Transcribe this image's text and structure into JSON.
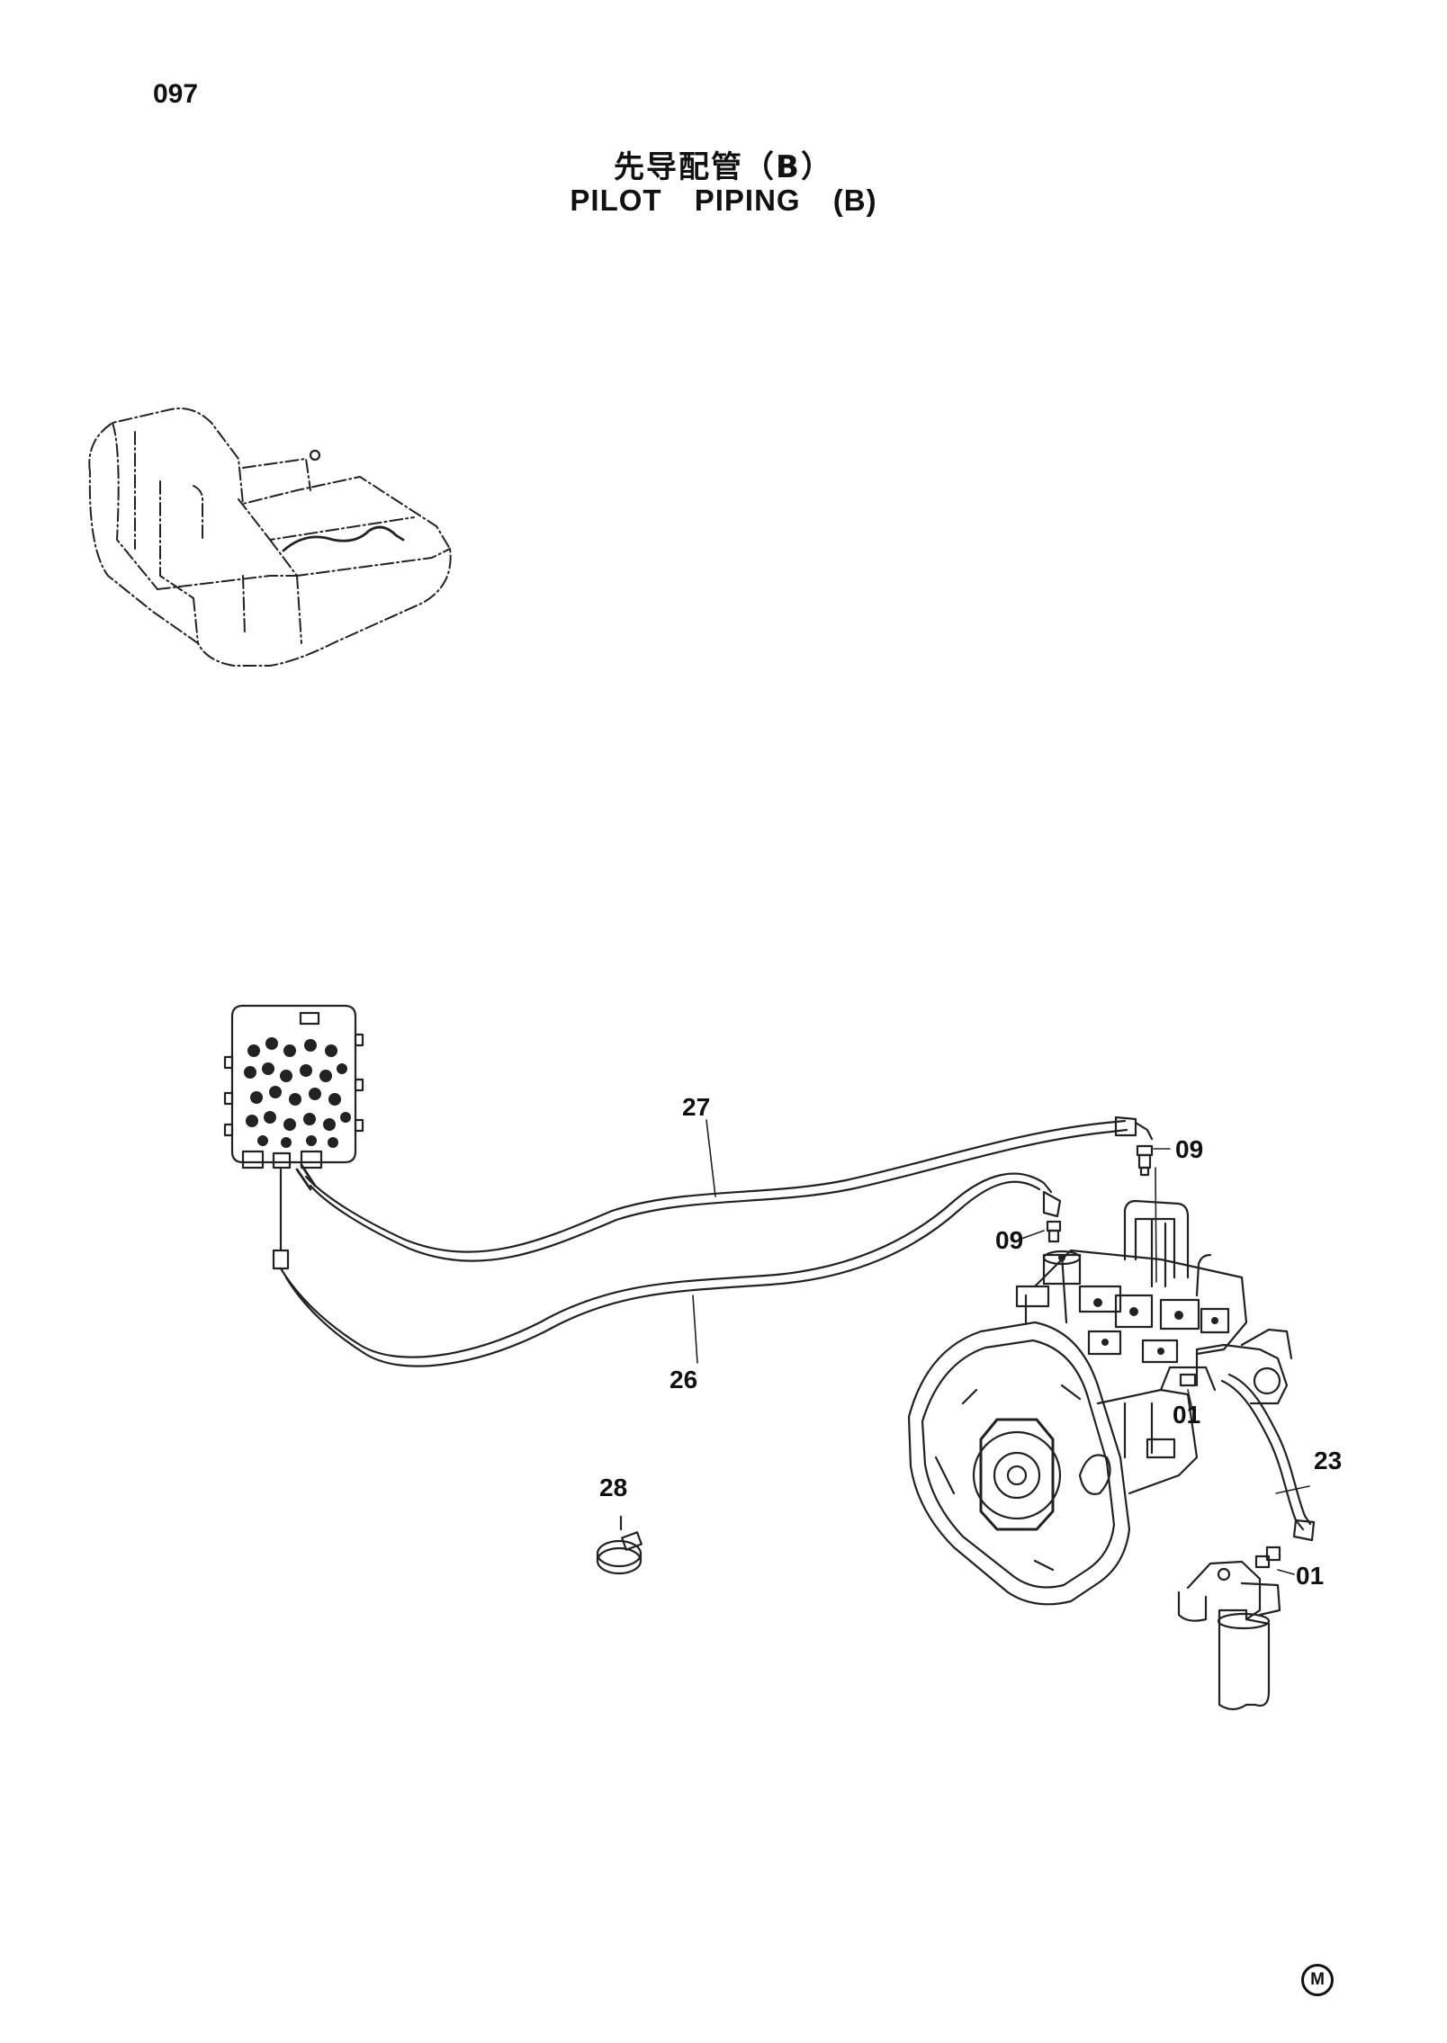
{
  "page_number": "097",
  "title": {
    "chinese": "先导配管（B）",
    "english": "PILOT PIPING (B)"
  },
  "callouts": [
    {
      "id": "27",
      "label": "27"
    },
    {
      "id": "09a",
      "label": "09"
    },
    {
      "id": "09b",
      "label": "09"
    },
    {
      "id": "26",
      "label": "26"
    },
    {
      "id": "01a",
      "label": "01"
    },
    {
      "id": "23",
      "label": "23"
    },
    {
      "id": "28",
      "label": "28"
    },
    {
      "id": "01b",
      "label": "01"
    }
  ],
  "footer_mark": "M"
}
